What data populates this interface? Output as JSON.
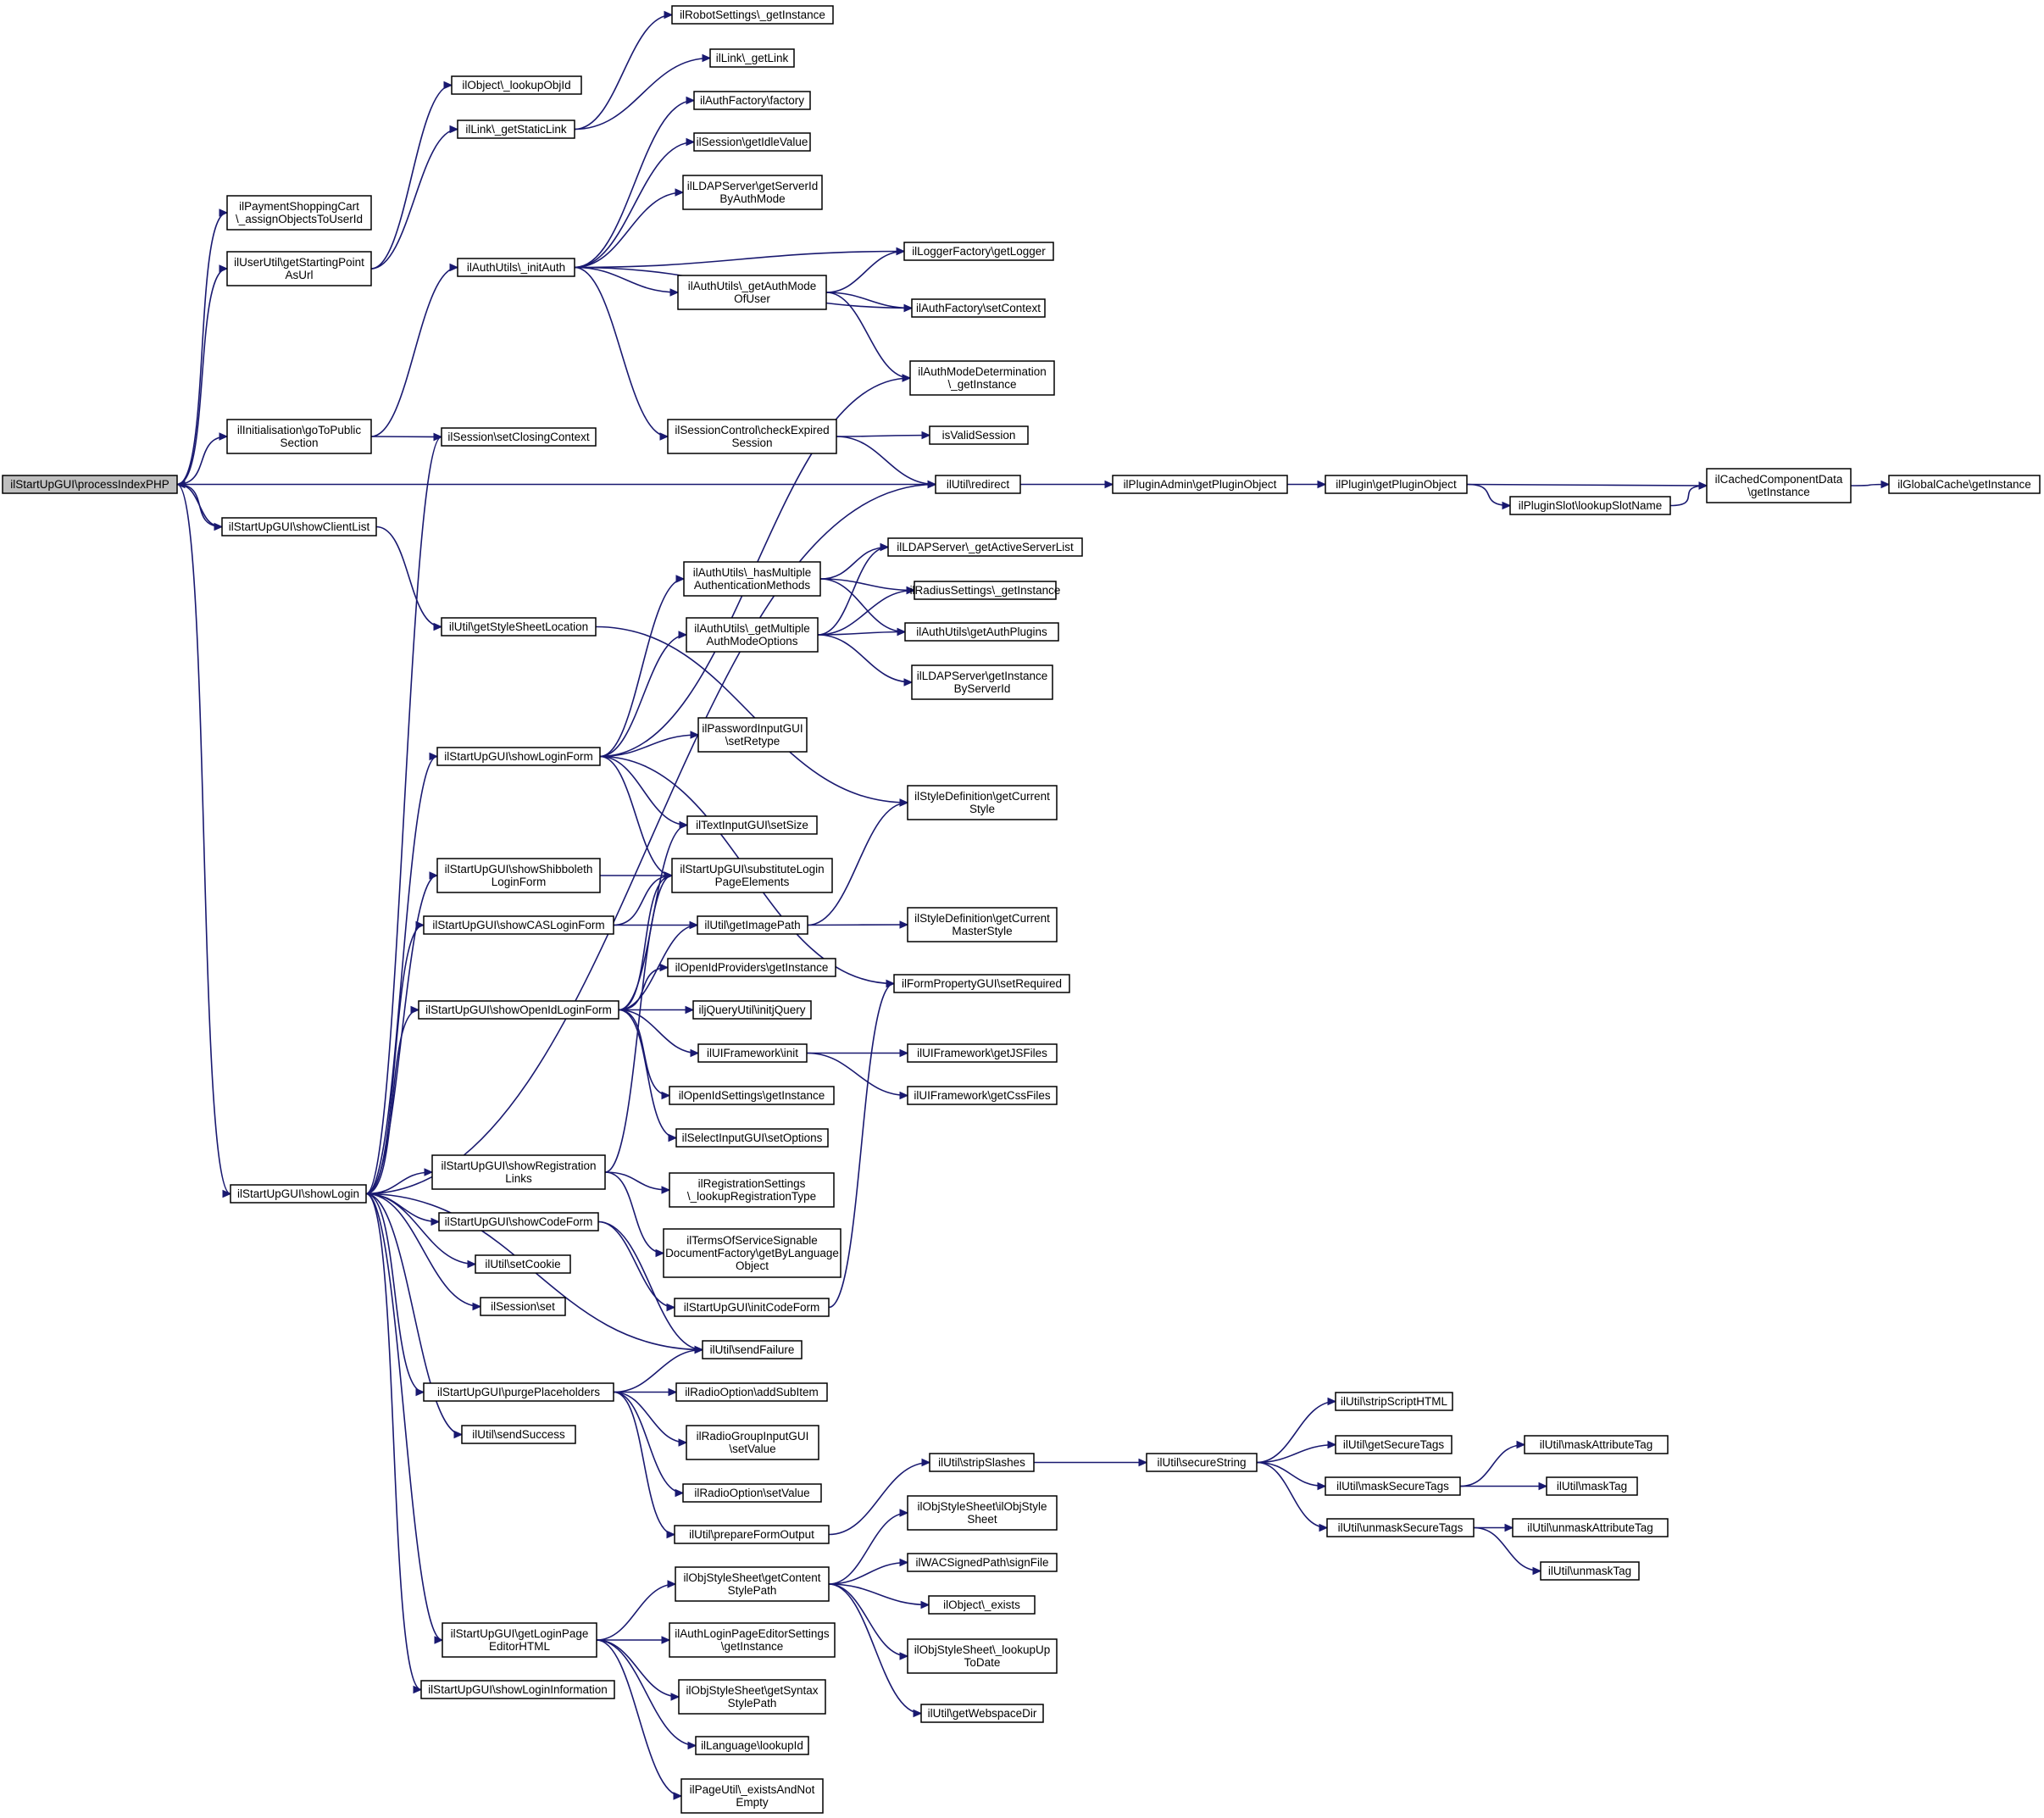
{
  "colors": {
    "edge": "#191970",
    "node_fill": "#ffffff",
    "root_fill": "#bfbfbf",
    "node_border": "#000000"
  },
  "nodes": {
    "n0": {
      "lines": [
        "ilStartUpGUI\\processIndexPHP"
      ],
      "root": true
    },
    "n1": {
      "lines": [
        "ilPaymentShoppingCart",
        "\\_assignObjectsToUserId"
      ]
    },
    "n2": {
      "lines": [
        "ilUserUtil\\getStartingPoint",
        "AsUrl"
      ]
    },
    "n3": {
      "lines": [
        "ilInitialisation\\goToPublic",
        "Section"
      ]
    },
    "n4": {
      "lines": [
        "ilStartUpGUI\\showClientList"
      ]
    },
    "n5": {
      "lines": [
        "ilStartUpGUI\\showLogin"
      ]
    },
    "n6": {
      "lines": [
        "ilObject\\_lookupObjId"
      ]
    },
    "n7": {
      "lines": [
        "ilLink\\_getStaticLink"
      ]
    },
    "n8": {
      "lines": [
        "ilAuthUtils\\_initAuth"
      ]
    },
    "n9": {
      "lines": [
        "ilSession\\setClosingContext"
      ]
    },
    "n10": {
      "lines": [
        "ilUtil\\getStyleSheetLocation"
      ]
    },
    "n11": {
      "lines": [
        "ilStartUpGUI\\showLoginForm"
      ]
    },
    "n12": {
      "lines": [
        "ilStartUpGUI\\showShibboleth",
        "LoginForm"
      ]
    },
    "n13": {
      "lines": [
        "ilStartUpGUI\\showCASLoginForm"
      ]
    },
    "n14": {
      "lines": [
        "ilStartUpGUI\\showOpenIdLoginForm"
      ]
    },
    "n15": {
      "lines": [
        "ilStartUpGUI\\showRegistration",
        "Links"
      ]
    },
    "n16": {
      "lines": [
        "ilStartUpGUI\\showCodeForm"
      ]
    },
    "n17": {
      "lines": [
        "ilUtil\\setCookie"
      ]
    },
    "n18": {
      "lines": [
        "ilSession\\set"
      ]
    },
    "n19": {
      "lines": [
        "ilStartUpGUI\\purgePlaceholders"
      ]
    },
    "n20": {
      "lines": [
        "ilUtil\\sendSuccess"
      ]
    },
    "n21": {
      "lines": [
        "ilStartUpGUI\\getLoginPage",
        "EditorHTML"
      ]
    },
    "n22": {
      "lines": [
        "ilStartUpGUI\\showLoginInformation"
      ]
    },
    "n23": {
      "lines": [
        "ilRobotSettings\\_getInstance"
      ]
    },
    "n24": {
      "lines": [
        "ilLink\\_getLink"
      ]
    },
    "n25": {
      "lines": [
        "ilAuthFactory\\factory"
      ]
    },
    "n26": {
      "lines": [
        "ilSession\\getIdleValue"
      ]
    },
    "n27": {
      "lines": [
        "ilLDAPServer\\getServerId",
        "ByAuthMode"
      ]
    },
    "n28": {
      "lines": [
        "ilAuthUtils\\_getAuthMode",
        "OfUser"
      ]
    },
    "n29": {
      "lines": [
        "ilSessionControl\\checkExpired",
        "Session"
      ]
    },
    "n30": {
      "lines": [
        "ilAuthUtils\\_hasMultiple",
        "AuthenticationMethods"
      ]
    },
    "n31": {
      "lines": [
        "ilAuthUtils\\_getMultiple",
        "AuthModeOptions"
      ]
    },
    "n32": {
      "lines": [
        "ilPasswordInputGUI",
        "\\setRetype"
      ]
    },
    "n33": {
      "lines": [
        "ilTextInputGUI\\setSize"
      ]
    },
    "n34": {
      "lines": [
        "ilStartUpGUI\\substituteLogin",
        "PageElements"
      ]
    },
    "n35": {
      "lines": [
        "ilUtil\\getImagePath"
      ]
    },
    "n36": {
      "lines": [
        "ilOpenIdProviders\\getInstance"
      ]
    },
    "n37": {
      "lines": [
        "iljQueryUtil\\initjQuery"
      ]
    },
    "n38": {
      "lines": [
        "ilUIFramework\\init"
      ]
    },
    "n39": {
      "lines": [
        "ilOpenIdSettings\\getInstance"
      ]
    },
    "n40": {
      "lines": [
        "ilSelectInputGUI\\setOptions"
      ]
    },
    "n41": {
      "lines": [
        "ilRegistrationSettings",
        "\\_lookupRegistrationType"
      ]
    },
    "n42": {
      "lines": [
        "ilTermsOfServiceSignable",
        "DocumentFactory\\getByLanguage",
        "Object"
      ]
    },
    "n43": {
      "lines": [
        "ilStartUpGUI\\initCodeForm"
      ]
    },
    "n44": {
      "lines": [
        "ilUtil\\sendFailure"
      ]
    },
    "n45": {
      "lines": [
        "ilRadioOption\\addSubItem"
      ]
    },
    "n46": {
      "lines": [
        "ilRadioGroupInputGUI",
        "\\setValue"
      ]
    },
    "n47": {
      "lines": [
        "ilRadioOption\\setValue"
      ]
    },
    "n48": {
      "lines": [
        "ilUtil\\prepareFormOutput"
      ]
    },
    "n49": {
      "lines": [
        "ilObjStyleSheet\\getContent",
        "StylePath"
      ]
    },
    "n50": {
      "lines": [
        "ilAuthLoginPageEditorSettings",
        "\\getInstance"
      ]
    },
    "n51": {
      "lines": [
        "ilObjStyleSheet\\getSyntax",
        "StylePath"
      ]
    },
    "n52": {
      "lines": [
        "ilLanguage\\lookupId"
      ]
    },
    "n53": {
      "lines": [
        "ilPageUtil\\_existsAndNot",
        "Empty"
      ]
    },
    "n54": {
      "lines": [
        "ilLoggerFactory\\getLogger"
      ]
    },
    "n55": {
      "lines": [
        "ilAuthFactory\\setContext"
      ]
    },
    "n56": {
      "lines": [
        "ilAuthModeDetermination",
        "\\_getInstance"
      ]
    },
    "n57": {
      "lines": [
        "isValidSession"
      ]
    },
    "n58": {
      "lines": [
        "ilUtil\\redirect"
      ]
    },
    "n59": {
      "lines": [
        "ilLDAPServer\\_getActiveServerList"
      ]
    },
    "n60": {
      "lines": [
        "ilRadiusSettings\\_getInstance"
      ]
    },
    "n61": {
      "lines": [
        "ilAuthUtils\\getAuthPlugins"
      ]
    },
    "n62": {
      "lines": [
        "ilLDAPServer\\getInstance",
        "ByServerId"
      ]
    },
    "n63": {
      "lines": [
        "ilStyleDefinition\\getCurrent",
        "Style"
      ]
    },
    "n64": {
      "lines": [
        "ilStyleDefinition\\getCurrent",
        "MasterStyle"
      ]
    },
    "n65": {
      "lines": [
        "ilFormPropertyGUI\\setRequired"
      ]
    },
    "n66": {
      "lines": [
        "ilUIFramework\\getJSFiles"
      ]
    },
    "n67": {
      "lines": [
        "ilUIFramework\\getCssFiles"
      ]
    },
    "n68": {
      "lines": [
        "ilUtil\\stripSlashes"
      ]
    },
    "n69": {
      "lines": [
        "ilObjStyleSheet\\ilObjStyle",
        "Sheet"
      ]
    },
    "n70": {
      "lines": [
        "ilWACSignedPath\\signFile"
      ]
    },
    "n71": {
      "lines": [
        "ilObject\\_exists"
      ]
    },
    "n72": {
      "lines": [
        "ilObjStyleSheet\\_lookupUp",
        "ToDate"
      ]
    },
    "n73": {
      "lines": [
        "ilUtil\\getWebspaceDir"
      ]
    },
    "n74": {
      "lines": [
        "ilPluginAdmin\\getPluginObject"
      ]
    },
    "n75": {
      "lines": [
        "ilUtil\\secureString"
      ]
    },
    "n76": {
      "lines": [
        "ilPlugin\\getPluginObject"
      ]
    },
    "n77": {
      "lines": [
        "ilUtil\\stripScriptHTML"
      ]
    },
    "n78": {
      "lines": [
        "ilUtil\\getSecureTags"
      ]
    },
    "n79": {
      "lines": [
        "ilUtil\\maskSecureTags"
      ]
    },
    "n80": {
      "lines": [
        "ilUtil\\unmaskSecureTags"
      ]
    },
    "n81": {
      "lines": [
        "ilPluginSlot\\lookupSlotName"
      ]
    },
    "n82": {
      "lines": [
        "ilCachedComponentData",
        "\\getInstance"
      ]
    },
    "n83": {
      "lines": [
        "ilUtil\\maskAttributeTag"
      ]
    },
    "n84": {
      "lines": [
        "ilUtil\\maskTag"
      ]
    },
    "n85": {
      "lines": [
        "ilUtil\\unmaskAttributeTag"
      ]
    },
    "n86": {
      "lines": [
        "ilUtil\\unmaskTag"
      ]
    },
    "n87": {
      "lines": [
        "ilGlobalCache\\getInstance"
      ]
    }
  },
  "edges": [
    [
      "n0",
      "n1"
    ],
    [
      "n0",
      "n2"
    ],
    [
      "n0",
      "n3"
    ],
    [
      "n0",
      "n4"
    ],
    [
      "n0",
      "n5"
    ],
    [
      "n0",
      "n58"
    ],
    [
      "n2",
      "n6"
    ],
    [
      "n2",
      "n7"
    ],
    [
      "n7",
      "n23"
    ],
    [
      "n7",
      "n24"
    ],
    [
      "n3",
      "n8"
    ],
    [
      "n3",
      "n9"
    ],
    [
      "n4",
      "n0"
    ],
    [
      "n4",
      "n10"
    ],
    [
      "n5",
      "n9"
    ],
    [
      "n5",
      "n58"
    ],
    [
      "n5",
      "n11"
    ],
    [
      "n5",
      "n12"
    ],
    [
      "n5",
      "n13"
    ],
    [
      "n5",
      "n14"
    ],
    [
      "n5",
      "n15"
    ],
    [
      "n5",
      "n16"
    ],
    [
      "n5",
      "n17"
    ],
    [
      "n5",
      "n18"
    ],
    [
      "n5",
      "n44"
    ],
    [
      "n5",
      "n19"
    ],
    [
      "n5",
      "n20"
    ],
    [
      "n5",
      "n21"
    ],
    [
      "n5",
      "n22"
    ],
    [
      "n8",
      "n25"
    ],
    [
      "n8",
      "n26"
    ],
    [
      "n8",
      "n27"
    ],
    [
      "n8",
      "n54"
    ],
    [
      "n8",
      "n28"
    ],
    [
      "n8",
      "n55"
    ],
    [
      "n8",
      "n29"
    ],
    [
      "n28",
      "n54"
    ],
    [
      "n28",
      "n55"
    ],
    [
      "n28",
      "n56"
    ],
    [
      "n29",
      "n57"
    ],
    [
      "n29",
      "n58"
    ],
    [
      "n10",
      "n63"
    ],
    [
      "n11",
      "n56"
    ],
    [
      "n11",
      "n30"
    ],
    [
      "n11",
      "n31"
    ],
    [
      "n11",
      "n32"
    ],
    [
      "n11",
      "n33"
    ],
    [
      "n11",
      "n34"
    ],
    [
      "n11",
      "n65"
    ],
    [
      "n30",
      "n59"
    ],
    [
      "n30",
      "n60"
    ],
    [
      "n30",
      "n61"
    ],
    [
      "n31",
      "n59"
    ],
    [
      "n31",
      "n60"
    ],
    [
      "n31",
      "n61"
    ],
    [
      "n31",
      "n62"
    ],
    [
      "n12",
      "n34"
    ],
    [
      "n13",
      "n34"
    ],
    [
      "n13",
      "n35"
    ],
    [
      "n35",
      "n63"
    ],
    [
      "n35",
      "n64"
    ],
    [
      "n14",
      "n33"
    ],
    [
      "n14",
      "n34"
    ],
    [
      "n14",
      "n35"
    ],
    [
      "n14",
      "n36"
    ],
    [
      "n14",
      "n37"
    ],
    [
      "n14",
      "n38"
    ],
    [
      "n14",
      "n39"
    ],
    [
      "n14",
      "n40"
    ],
    [
      "n38",
      "n66"
    ],
    [
      "n38",
      "n67"
    ],
    [
      "n15",
      "n34"
    ],
    [
      "n15",
      "n41"
    ],
    [
      "n15",
      "n42"
    ],
    [
      "n16",
      "n43"
    ],
    [
      "n16",
      "n44"
    ],
    [
      "n43",
      "n65"
    ],
    [
      "n19",
      "n44"
    ],
    [
      "n19",
      "n45"
    ],
    [
      "n19",
      "n46"
    ],
    [
      "n19",
      "n47"
    ],
    [
      "n19",
      "n48"
    ],
    [
      "n48",
      "n68"
    ],
    [
      "n68",
      "n75"
    ],
    [
      "n75",
      "n77"
    ],
    [
      "n75",
      "n78"
    ],
    [
      "n75",
      "n79"
    ],
    [
      "n75",
      "n80"
    ],
    [
      "n79",
      "n83"
    ],
    [
      "n79",
      "n84"
    ],
    [
      "n80",
      "n85"
    ],
    [
      "n80",
      "n86"
    ],
    [
      "n21",
      "n49"
    ],
    [
      "n21",
      "n50"
    ],
    [
      "n21",
      "n51"
    ],
    [
      "n21",
      "n52"
    ],
    [
      "n21",
      "n53"
    ],
    [
      "n49",
      "n69"
    ],
    [
      "n49",
      "n70"
    ],
    [
      "n49",
      "n71"
    ],
    [
      "n49",
      "n72"
    ],
    [
      "n49",
      "n73"
    ],
    [
      "n58",
      "n74"
    ],
    [
      "n74",
      "n76"
    ],
    [
      "n76",
      "n81"
    ],
    [
      "n76",
      "n82"
    ],
    [
      "n81",
      "n82"
    ],
    [
      "n82",
      "n87"
    ]
  ]
}
